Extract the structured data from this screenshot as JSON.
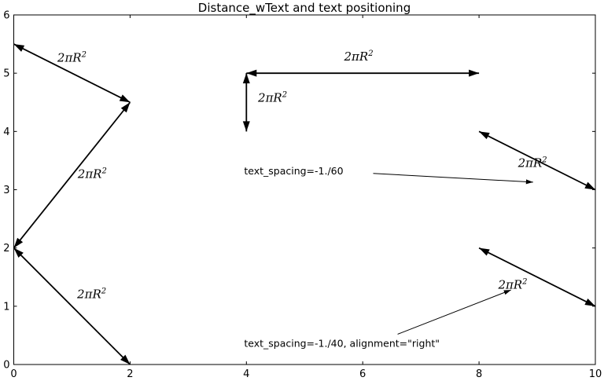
{
  "chart_data": {
    "type": "line",
    "title": "Distance_wText and text positioning",
    "xlabel": "",
    "ylabel": "",
    "xlim": [
      0,
      10
    ],
    "ylim": [
      0,
      6
    ],
    "grid": false,
    "legend": "none",
    "xticks": [
      "0",
      "2",
      "4",
      "6",
      "8",
      "10"
    ],
    "xtick_values": [
      0,
      2,
      4,
      6,
      8,
      10
    ],
    "yticks": [
      "0",
      "1",
      "2",
      "3",
      "4",
      "5",
      "6"
    ],
    "ytick_values": [
      0,
      1,
      2,
      3,
      4,
      5,
      6
    ],
    "line_color": "#000000",
    "double_arrows": [
      {
        "from": [
          0,
          5.5
        ],
        "to": [
          2,
          4.5
        ],
        "label_base": "2πR",
        "label_sup": "2",
        "label_pos": [
          1.0,
          5.26
        ]
      },
      {
        "from": [
          2,
          4.5
        ],
        "to": [
          0,
          2
        ],
        "label_base": "2πR",
        "label_sup": "2",
        "label_pos": [
          1.35,
          3.26
        ]
      },
      {
        "from": [
          0,
          2
        ],
        "to": [
          2,
          0
        ],
        "label_base": "2πR",
        "label_sup": "2",
        "label_pos": [
          1.34,
          1.2
        ]
      },
      {
        "from": [
          4,
          5
        ],
        "to": [
          8,
          5
        ],
        "label_base": "2πR",
        "label_sup": "2",
        "label_pos": [
          5.93,
          5.28
        ]
      },
      {
        "from": [
          4,
          5
        ],
        "to": [
          4,
          4
        ],
        "label_base": "2πR",
        "label_sup": "2",
        "label_pos": [
          4.45,
          4.57
        ]
      },
      {
        "from": [
          8,
          4
        ],
        "to": [
          10,
          3
        ],
        "label_base": "2πR",
        "label_sup": "2",
        "label_pos": [
          8.92,
          3.45
        ]
      },
      {
        "from": [
          8,
          2
        ],
        "to": [
          10,
          1
        ],
        "label_base": "2πR",
        "label_sup": "2",
        "label_pos": [
          8.58,
          1.36
        ]
      }
    ],
    "annotations": [
      {
        "text": "text_spacing=-1./60",
        "text_pos": [
          3.96,
          3.32
        ],
        "arrow_from": [
          6.18,
          3.28
        ],
        "arrow_to": [
          8.93,
          3.13
        ]
      },
      {
        "text": "text_spacing=-1./40, alignment=\"right\"",
        "text_pos": [
          3.96,
          0.36
        ],
        "arrow_from": [
          6.6,
          0.52
        ],
        "arrow_to": [
          8.55,
          1.28
        ]
      }
    ]
  }
}
